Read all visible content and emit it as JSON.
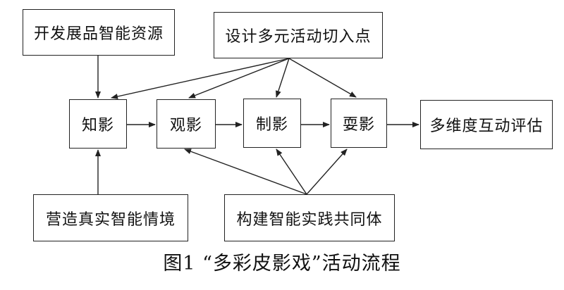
{
  "boxes": {
    "develop": "开发展品智能资源",
    "design": "设计多元活动切入点",
    "zhiying": "知影",
    "guanying": "观影",
    "zhiying2": "制影",
    "shuaying": "耍影",
    "evaluate": "多维度互动评估",
    "context": "营造真实智能情境",
    "build": "构建智能实践共同体"
  },
  "caption": "图1 “多彩皮影戏”活动流程"
}
